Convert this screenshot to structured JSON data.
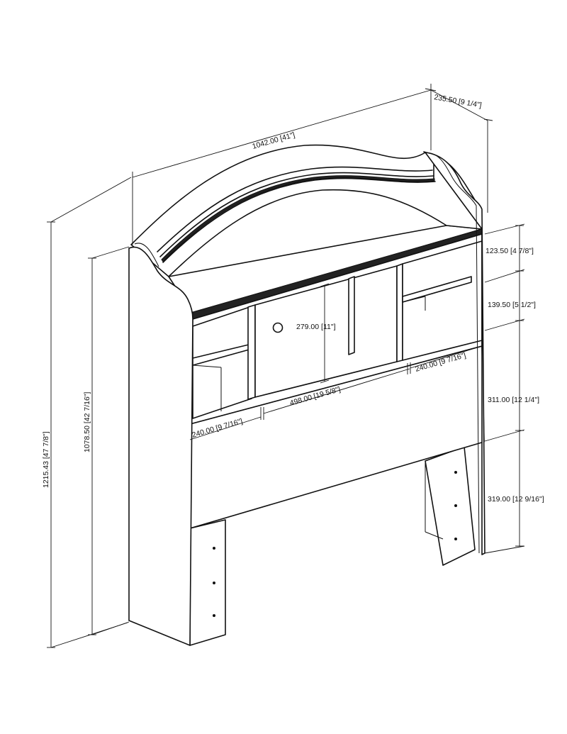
{
  "dimensions": {
    "width_top": "1042.00 [41\"]",
    "depth_top": "235.50 [9 1/4\"]",
    "overall_height": "1215.43 [47 7/8\"]",
    "side_height": "1078.50 [42 7/16\"]",
    "right_123": "123.50 [4 7/8\"]",
    "right_139": "139.50 [5 1/2\"]",
    "right_311": "311.00 [12 1/4\"]",
    "right_319": "319.00 [12 9/16\"]",
    "center_height": "279.00 [11\"]",
    "center_width": "498.00 [19 5/8\"]",
    "left_cubby": "240.00 [9 7/16\"]",
    "right_cubby": "240.00 [9 7/16\"]"
  },
  "icons": {
    "cable_hole": "cable-grommet-hole",
    "screw": "screw-dot"
  }
}
